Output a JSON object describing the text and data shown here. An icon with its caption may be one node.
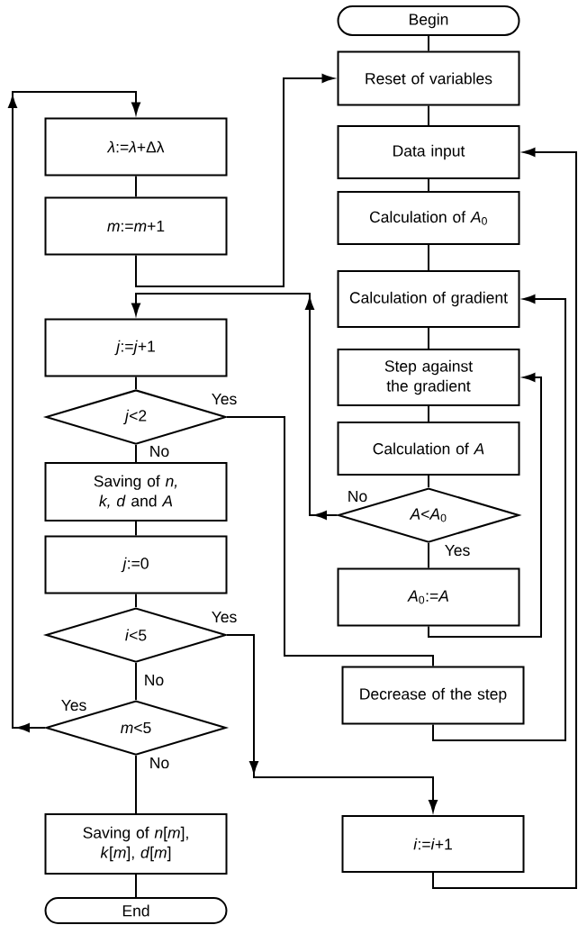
{
  "diagram": {
    "nodes": [
      {
        "text": [
          "Begin"
        ]
      },
      {
        "text": [
          "Reset of variables"
        ]
      },
      {
        "text": [
          "Data input"
        ]
      },
      {
        "text": [
          "Calculation of *A*$_{0}$"
        ]
      },
      {
        "text": [
          "Calculation of gradient"
        ]
      },
      {
        "text": [
          "Step against the gradient"
        ]
      },
      {
        "text": [
          "Calculation of *A*"
        ]
      },
      {
        "text": [
          "*A*<*A*$_{0}$"
        ]
      },
      {
        "text": [
          "*A*$_{0}$:=*A*"
        ]
      },
      {
        "text": [
          "Decrease of the step"
        ]
      },
      {
        "text": [
          "*i*:=*i*+1"
        ]
      },
      {
        "text": [
          "*λ*:=*λ*+Δλ"
        ]
      },
      {
        "text": [
          "*m*:=*m*+1"
        ]
      },
      {
        "text": [
          "*j*:=*j*+1"
        ]
      },
      {
        "text": [
          "*j*<2"
        ]
      },
      {
        "text": [
          "Saving of *n, k, d* and *A*"
        ]
      },
      {
        "text": [
          "*j*:=0"
        ]
      },
      {
        "text": [
          "*i*<5"
        ]
      },
      {
        "text": [
          "*m*<5"
        ]
      },
      {
        "text": [
          "Saving of *n*[*m*], *k*[*m*], *d*[*m*]"
        ]
      },
      {
        "text": [
          "End"
        ]
      }
    ],
    "edges": [
      {
        "from": 0,
        "to": 1,
        "arrow": "none"
      },
      {
        "from": 1,
        "to": 2,
        "arrow": "none"
      },
      {
        "from": 2,
        "to": 3,
        "arrow": "none"
      },
      {
        "from": 3,
        "to": 4,
        "arrow": "none"
      },
      {
        "from": 4,
        "to": 5,
        "arrow": "none"
      },
      {
        "from": 5,
        "to": 6,
        "arrow": "none"
      },
      {
        "from": 6,
        "to": 7,
        "arrow": "none"
      },
      {
        "from": 7,
        "to": 8,
        "arrow": "none",
        "label": "Yes"
      },
      {
        "from": 7,
        "to": 13,
        "arrow": "to",
        "label": "No"
      },
      {
        "from": 8,
        "to": 5,
        "arrow": "to"
      },
      {
        "from": 9,
        "to": 4,
        "arrow": "to"
      },
      {
        "from": 10,
        "to": 2,
        "arrow": "to"
      },
      {
        "from": 11,
        "to": 12,
        "arrow": "none"
      },
      {
        "from": 12,
        "to": 1,
        "arrow": "to"
      },
      {
        "from": 13,
        "to": 14,
        "arrow": "none"
      },
      {
        "from": 14,
        "to": 9,
        "arrow": "none",
        "label": "Yes"
      },
      {
        "from": 14,
        "to": 15,
        "arrow": "none",
        "label": "No"
      },
      {
        "from": 15,
        "to": 16,
        "arrow": "none"
      },
      {
        "from": 16,
        "to": 17,
        "arrow": "none"
      },
      {
        "from": 17,
        "to": 10,
        "arrow": "to",
        "label": "Yes"
      },
      {
        "from": 17,
        "to": 18,
        "arrow": "none",
        "label": "No"
      },
      {
        "from": 18,
        "to": 11,
        "arrow": "to",
        "label": "Yes"
      },
      {
        "from": 18,
        "to": 19,
        "arrow": "none",
        "label": "No"
      },
      {
        "from": 19,
        "to": 20,
        "arrow": "none"
      }
    ]
  }
}
